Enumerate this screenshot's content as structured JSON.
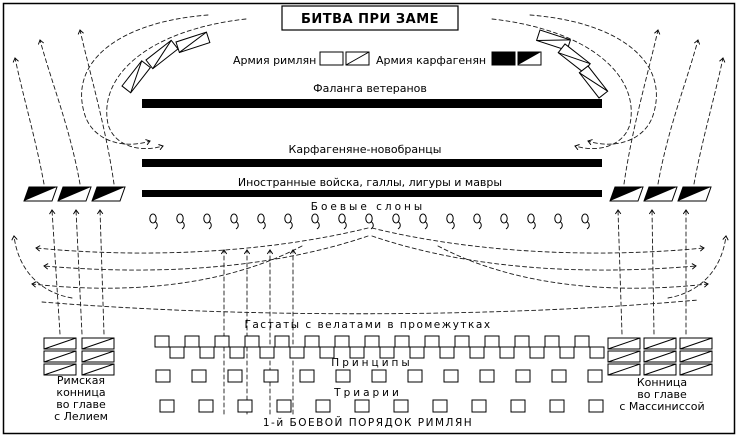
{
  "title": "БИТВА ПРИ ЗАМЕ",
  "legend": {
    "roman": "Армия римлян",
    "carthaginian": "Армия карфагенян"
  },
  "carthaginian_army": {
    "veterans": "Фаланга ветеранов",
    "recruits": "Карфагеняне-новобранцы",
    "foreign": "Иностранные войска, галлы, лигуры и мавры",
    "elephants": "Боевые слоны"
  },
  "roman_army": {
    "hastati": "Гастаты с велатами в промежутках",
    "principes": "Принципы",
    "triarii": "Триарии",
    "order": "1-й БОЕВОЙ ПОРЯДОК РИМЛЯН"
  },
  "cavalry_left_lines": [
    "Римская",
    "конница",
    "во главе",
    "с Лелием"
  ],
  "cavalry_right_lines": [
    "Конница",
    "во главе",
    "с Массиниссой"
  ],
  "formation_counts": {
    "elephants": 17,
    "hastati_blocks": 30,
    "principes_blocks": 13,
    "triarii_blocks": 12,
    "roman_cavalry_left": {
      "rows": 3,
      "cols": 2
    },
    "roman_cavalry_right": {
      "rows": 3,
      "cols": 3
    },
    "carthaginian_cavalry_left": 3,
    "carthaginian_cavalry_right": 3
  },
  "colors": {
    "ink": "#000000",
    "background": "#ffffff"
  }
}
